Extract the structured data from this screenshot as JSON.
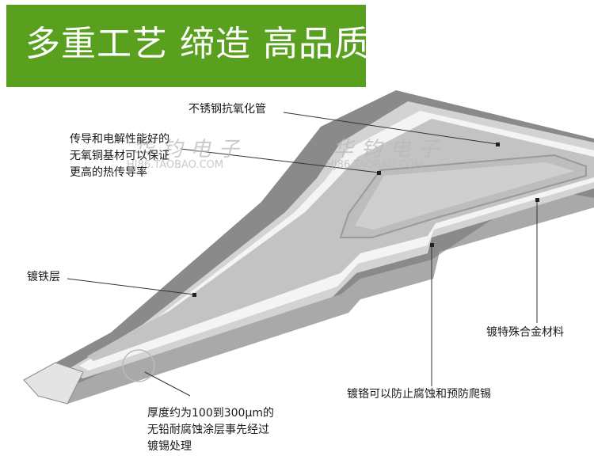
{
  "banner": {
    "text": "多重工艺 缔造 高品质!",
    "color": "#5aa01f"
  },
  "labels": {
    "steel_tube": "不锈钢抗氧化管",
    "copper_core": [
      "传导和电解性能好的",
      "无氧铜基材可以保证",
      "更高的热传导率"
    ],
    "iron_plating": "镀铁层",
    "special_alloy": "镀特殊合金材料",
    "chrome_plating": "镀铬可以防止腐蚀和预防爬锡",
    "tin_coating": [
      "厚度约为100到300μm的",
      "无铅耐腐蚀涂层事先经过",
      "镀锡处理"
    ]
  },
  "watermarks": [
    {
      "chars": "华钧电子",
      "url": "HJ86.TAOBAO.COM"
    },
    {
      "chars": "华钧电子",
      "url": "HJ86.TAOBAO.COM"
    }
  ]
}
